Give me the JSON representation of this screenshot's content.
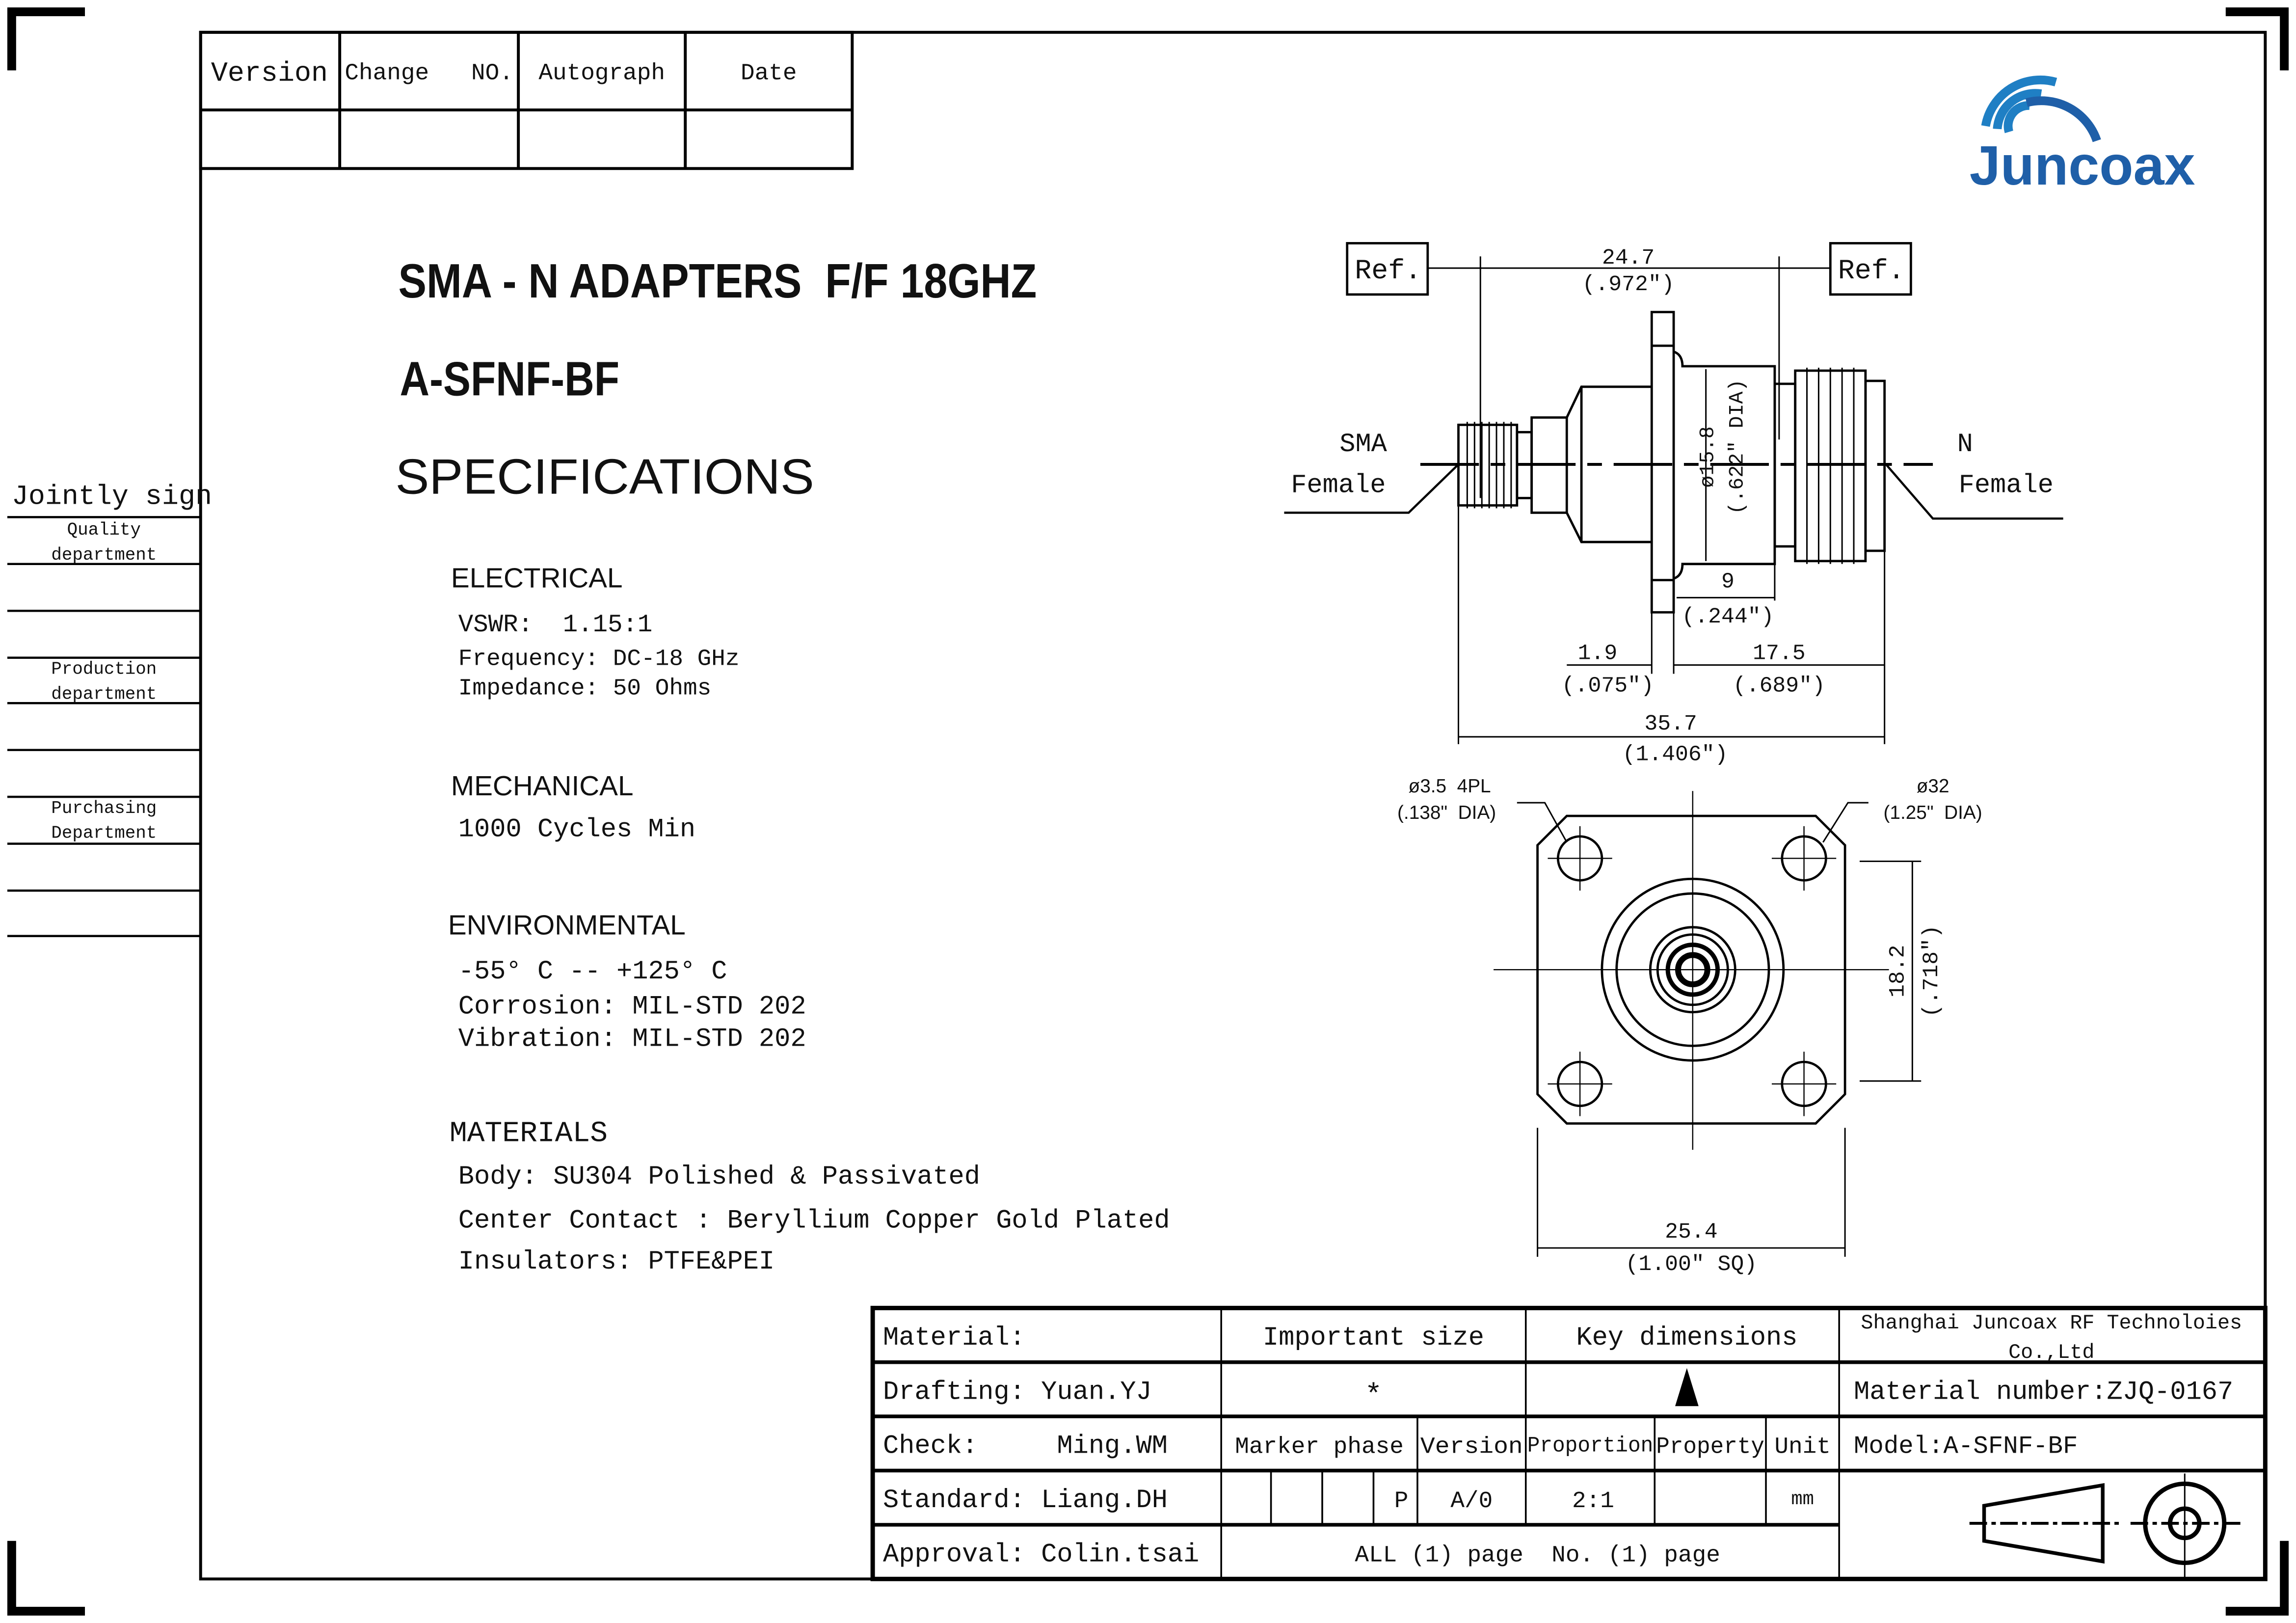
{
  "revision_table": {
    "headers": [
      "Version",
      "Change   NO.",
      "Autograph",
      "Date"
    ]
  },
  "sign_column": {
    "title": "Jointly sign",
    "departments": [
      [
        "Quality",
        "department"
      ],
      [
        "Production",
        "department"
      ],
      [
        "Purchasing",
        "Department"
      ]
    ]
  },
  "logo": {
    "text": "Juncoax",
    "color": "#1f5fa8"
  },
  "product": {
    "title": "SMA - N ADAPTERS  F/F 18GHZ",
    "part_number": "A-SFNF-BF",
    "spec_heading": "SPECIFICATIONS"
  },
  "specs": {
    "electrical": {
      "heading": "ELECTRICAL",
      "lines": [
        "VSWR:  1.15:1",
        "Frequency: DC-18 GHz",
        "Impedance: 50 Ohms"
      ]
    },
    "mechanical": {
      "heading": "MECHANICAL",
      "lines": [
        "1000 Cycles Min"
      ]
    },
    "environmental": {
      "heading": "ENVIRONMENTAL",
      "lines": [
        "-55° C -- +125° C",
        "Corrosion: MIL-STD 202",
        "Vibration: MIL-STD 202"
      ]
    },
    "materials": {
      "heading": "MATERIALS",
      "lines": [
        "Body: SU304 Polished & Passivated",
        "Center Contact : Beryllium Copper Gold Plated",
        "Insulators: PTFE&PEI"
      ]
    }
  },
  "drawing": {
    "ref": "Ref.",
    "sma_label": [
      "SMA",
      "Female"
    ],
    "n_label": [
      "N",
      "Female"
    ],
    "dims": {
      "d247": [
        "24.7",
        "(.972\")"
      ],
      "d158": [
        "ø15.8",
        "(.622\" DIA)"
      ],
      "d9": [
        "9",
        "(.244\")"
      ],
      "d19": [
        "1.9",
        "(.075\")"
      ],
      "d175": [
        "17.5",
        "(.689\")"
      ],
      "d357": [
        "35.7",
        "(1.406\")"
      ],
      "hole": [
        "ø3.5  4PL",
        "(.138\"  DIA)"
      ],
      "d32": [
        "ø32",
        "(1.25\"  DIA)"
      ],
      "d182": [
        "18.2",
        "(.718\")"
      ],
      "d254": [
        "25.4",
        "(1.00\" SQ)"
      ]
    }
  },
  "title_block": {
    "material": "Material:",
    "important_size": "Important size",
    "key_dimensions": "Key dimensions",
    "company": [
      "Shanghai Juncoax RF Technoloies",
      "Co.,Ltd"
    ],
    "drafting": "Drafting: Yuan.YJ",
    "important_symbol": "*",
    "material_number": "Material number:ZJQ-0167",
    "check": "Check:     Ming.WM",
    "marker_phase": "Marker phase",
    "version": "Version",
    "proportion": "Proportion",
    "property": "Property",
    "unit": "Unit",
    "model": "Model:A-SFNF-BF",
    "standard": "Standard: Liang.DH",
    "marker_value": "P",
    "version_value": "A/0",
    "proportion_value": "2:1",
    "unit_value": "mm",
    "approval": "Approval: Colin.tsai",
    "pages": "ALL (1) page  No. (1) page"
  }
}
